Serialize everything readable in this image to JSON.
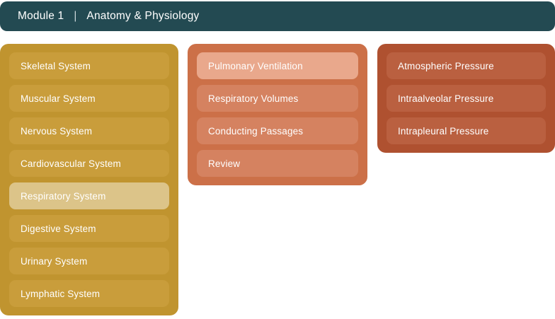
{
  "header": {
    "module_label": "Module 1",
    "separator": "|",
    "subject": "Anatomy & Physiology",
    "background_color": "#234A52",
    "text_color": "#FFFFFF"
  },
  "columns": [
    {
      "level": 1,
      "name": "body-systems",
      "panel_color": "#C0942F",
      "item_color": "#C99D3B",
      "selected_color": "#DCC489",
      "items": [
        {
          "label": "Skeletal System",
          "selected": false
        },
        {
          "label": "Muscular System",
          "selected": false
        },
        {
          "label": "Nervous System",
          "selected": false
        },
        {
          "label": "Cardiovascular System",
          "selected": false
        },
        {
          "label": "Respiratory System",
          "selected": true
        },
        {
          "label": "Digestive System",
          "selected": false
        },
        {
          "label": "Urinary System",
          "selected": false
        },
        {
          "label": "Lymphatic System",
          "selected": false
        }
      ]
    },
    {
      "level": 2,
      "name": "respiratory-topics",
      "panel_color": "#CC7048",
      "item_color": "#D58260",
      "selected_color": "#E9A88C",
      "items": [
        {
          "label": "Pulmonary Ventilation",
          "selected": true
        },
        {
          "label": "Respiratory Volumes",
          "selected": false
        },
        {
          "label": "Conducting Passages",
          "selected": false
        },
        {
          "label": "Review",
          "selected": false
        }
      ]
    },
    {
      "level": 3,
      "name": "pulmonary-ventilation-subtopics",
      "panel_color": "#AF5130",
      "item_color": "#BA6040",
      "selected_color": "#D08F71",
      "items": [
        {
          "label": "Atmospheric Pressure",
          "selected": false
        },
        {
          "label": "Intraalveolar Pressure",
          "selected": false
        },
        {
          "label": "Intrapleural Pressure",
          "selected": false
        }
      ]
    }
  ]
}
